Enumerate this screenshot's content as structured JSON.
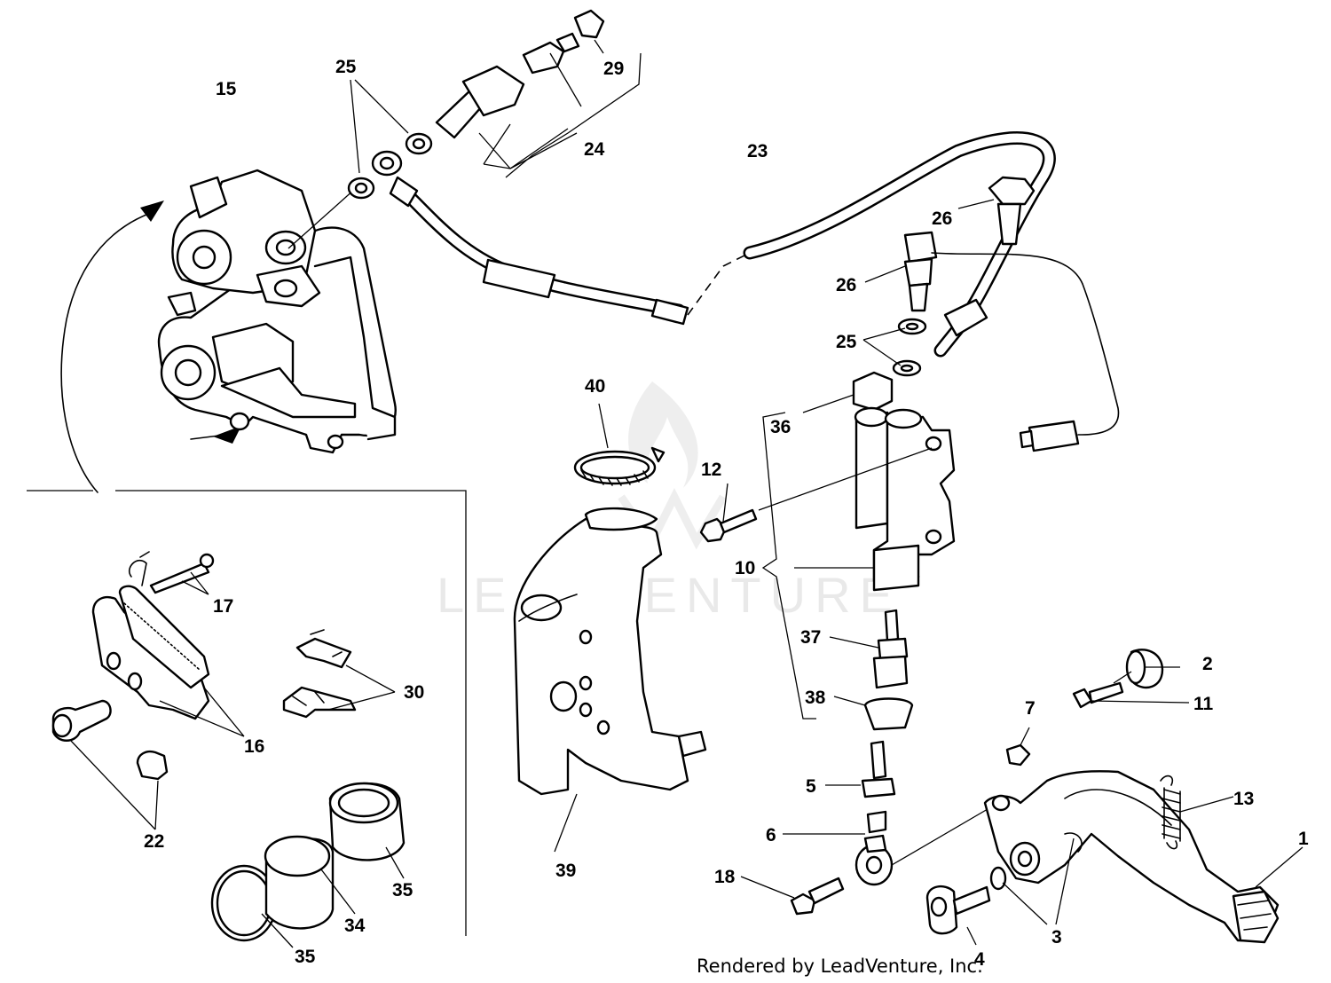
{
  "watermark": "LEADVENTURE",
  "credit": "Rendered by LeadVenture, Inc.",
  "callouts": {
    "n1": "1",
    "n2": "2",
    "n3": "3",
    "n4": "4",
    "n5": "5",
    "n6": "6",
    "n7": "7",
    "n10": "10",
    "n11": "11",
    "n12": "12",
    "n13": "13",
    "n15": "15",
    "n16": "16",
    "n17": "17",
    "n18": "18",
    "n22": "22",
    "n23": "23",
    "n24": "24",
    "n25a": "25",
    "n25b": "25",
    "n26a": "26",
    "n26b": "26",
    "n29": "29",
    "n30": "30",
    "n34": "34",
    "n35a": "35",
    "n35b": "35",
    "n36": "36",
    "n37": "37",
    "n38": "38",
    "n39": "39",
    "n40": "40"
  }
}
